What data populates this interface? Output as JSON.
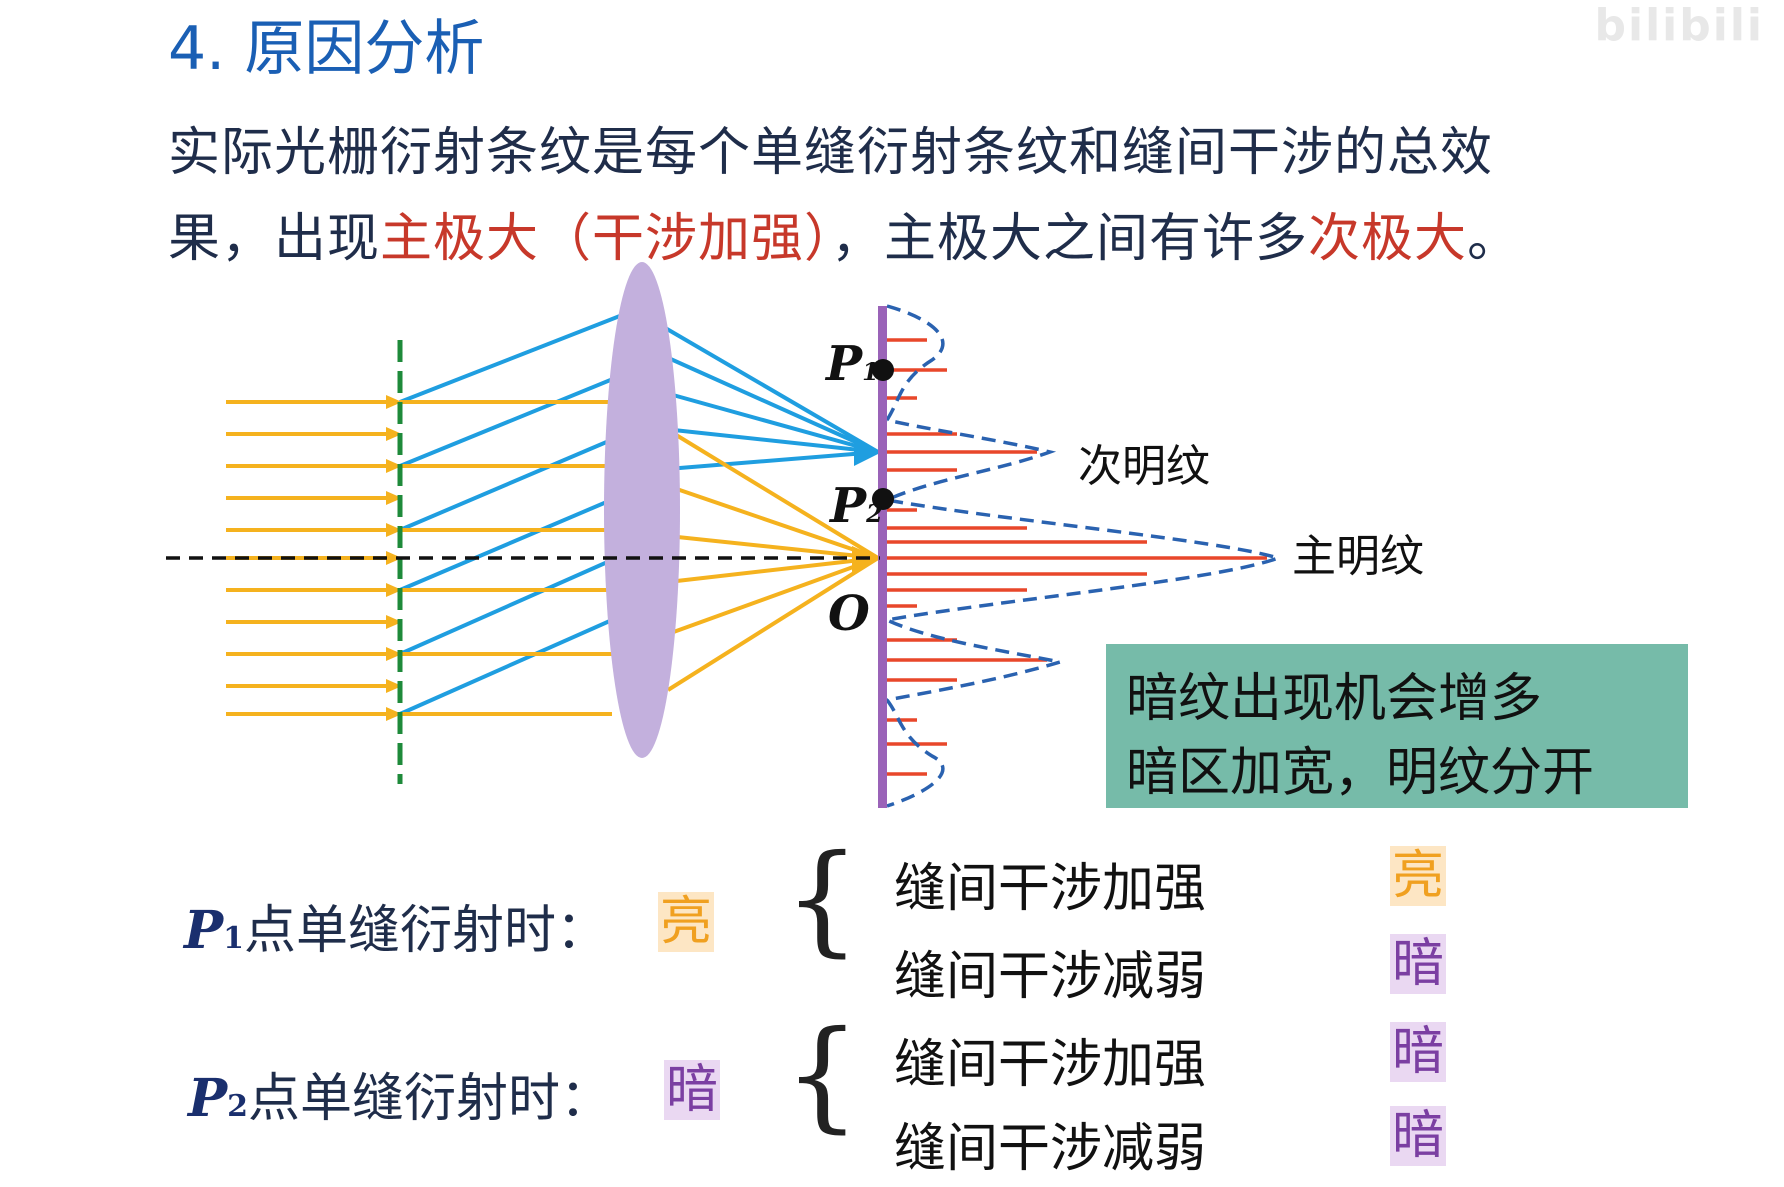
{
  "title": "4. 原因分析",
  "paragraph": {
    "line1": "实际光栅衍射条纹是每个单缝衍射条纹和缝间干涉的总效",
    "line2_prefix": "果，出现",
    "highlight1": "主极大（干涉加强）",
    "line2_mid": "，主极大之间有许多",
    "highlight2": "次极大",
    "line2_suffix": "。"
  },
  "diagram": {
    "label_p1": "P",
    "label_p1_sub": "1",
    "label_p2": "P",
    "label_p2_sub": "2",
    "label_o": "O",
    "secondary_fringe": "次明纹",
    "principal_fringe": "主明纹"
  },
  "note": {
    "line1": "暗纹出现机会增多",
    "line2": "暗区加宽，明纹分开"
  },
  "cases": [
    {
      "point": "P",
      "point_sub": "1",
      "label": "点单缝衍射时：",
      "result": "亮",
      "result_kind": "bright",
      "rows": [
        {
          "text": "缝间干涉加强",
          "result": "亮",
          "kind": "bright"
        },
        {
          "text": "缝间干涉减弱",
          "result": "暗",
          "kind": "dark"
        }
      ]
    },
    {
      "point": "P",
      "point_sub": "2",
      "label": "点单缝衍射时：",
      "result": "暗",
      "result_kind": "dark",
      "rows": [
        {
          "text": "缝间干涉加强",
          "result": "暗",
          "kind": "dark"
        },
        {
          "text": "缝间干涉减弱",
          "result": "暗",
          "kind": "dark"
        }
      ]
    }
  ],
  "watermark": "bilibili",
  "colors": {
    "incident_ray": "#f5b21e",
    "diffracted_ray": "#1f9ee0",
    "intensity_bar": "#e8472a",
    "envelope": "#2a62b0",
    "lens": "#c3b0dd",
    "screen": "#9a63b8",
    "grating": "#1e8a3a",
    "note_bg": "#76bba9"
  }
}
